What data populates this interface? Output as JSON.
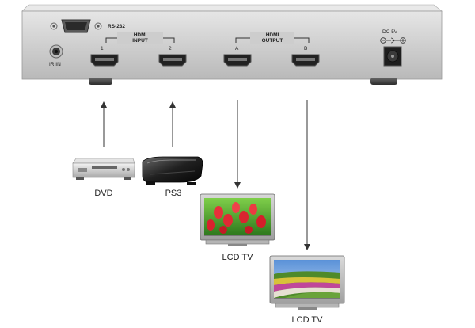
{
  "device": {
    "rs232_label": "RS-232",
    "irin_label": "IR IN",
    "hdmi_input_label_line1": "HDMI",
    "hdmi_input_label_line2": "INPUT",
    "hdmi_output_label_line1": "HDMI",
    "hdmi_output_label_line2": "OUTPUT",
    "input_ports": [
      "1",
      "2"
    ],
    "output_ports": [
      "A",
      "B"
    ],
    "dc_label": "DC 5V"
  },
  "sources": [
    {
      "label": "DVD"
    },
    {
      "label": "PS3"
    }
  ],
  "displays": [
    {
      "label": "LCD TV"
    },
    {
      "label": "LCD TV"
    }
  ],
  "colors": {
    "panel": "#c9c9c9",
    "port": "#1a1a1a",
    "arrow": "#333333"
  }
}
